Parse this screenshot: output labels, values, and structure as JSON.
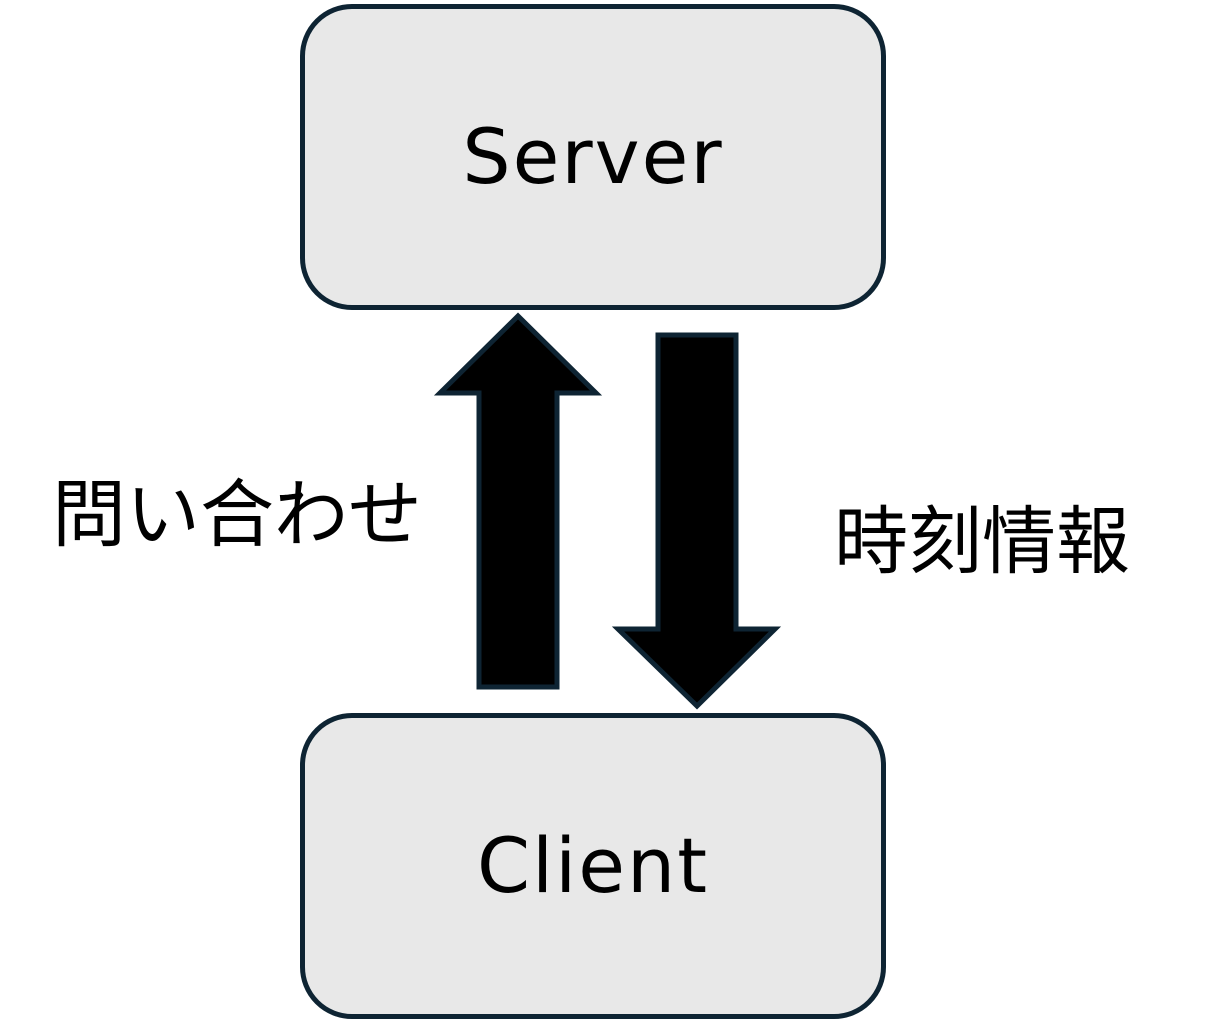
{
  "diagram": {
    "nodes": {
      "server": {
        "label": "Server"
      },
      "client": {
        "label": "Client"
      }
    },
    "edges": {
      "query": {
        "label": "問い合わせ",
        "from": "Client",
        "to": "Server"
      },
      "time_info": {
        "label": "時刻情報",
        "from": "Server",
        "to": "Client"
      }
    },
    "colors": {
      "node_fill": "#e8e8e8",
      "node_border": "#0e2433",
      "arrow_fill": "#000000",
      "arrow_border": "#0e2433",
      "text": "#000000"
    }
  }
}
